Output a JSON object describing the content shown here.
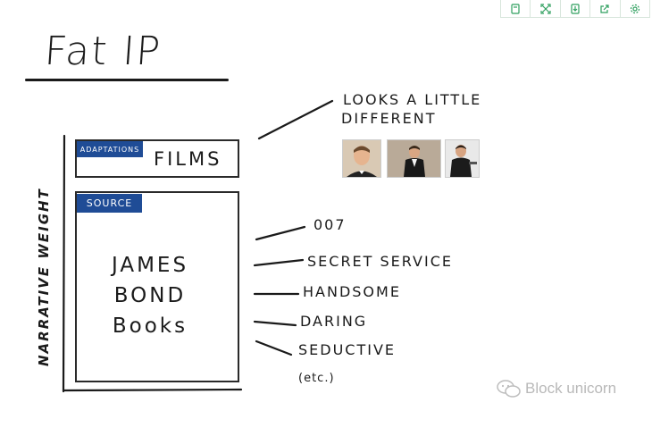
{
  "toolbar": {
    "icons": [
      "copy-icon",
      "fullscreen-icon",
      "download-icon",
      "share-icon",
      "settings-icon"
    ]
  },
  "slide": {
    "title": "Fat IP",
    "y_axis_label": "NARRATIVE WEIGHT",
    "adaptations": {
      "tag": "ADAPTATIONS",
      "content": "FILMS"
    },
    "source": {
      "tag": "SOURCE",
      "lines": [
        "JAMES",
        "BOND",
        "Books"
      ]
    },
    "annotation": [
      "LOOKS A LITTLE",
      "DIFFERENT"
    ],
    "traits": [
      "007",
      "SECRET SERVICE",
      "HANDSOME",
      "DARING",
      "SEDUCTIVE"
    ],
    "etc": "(etc.)"
  },
  "watermark": {
    "text": "Block unicorn",
    "icon": "wechat-logo-icon"
  }
}
